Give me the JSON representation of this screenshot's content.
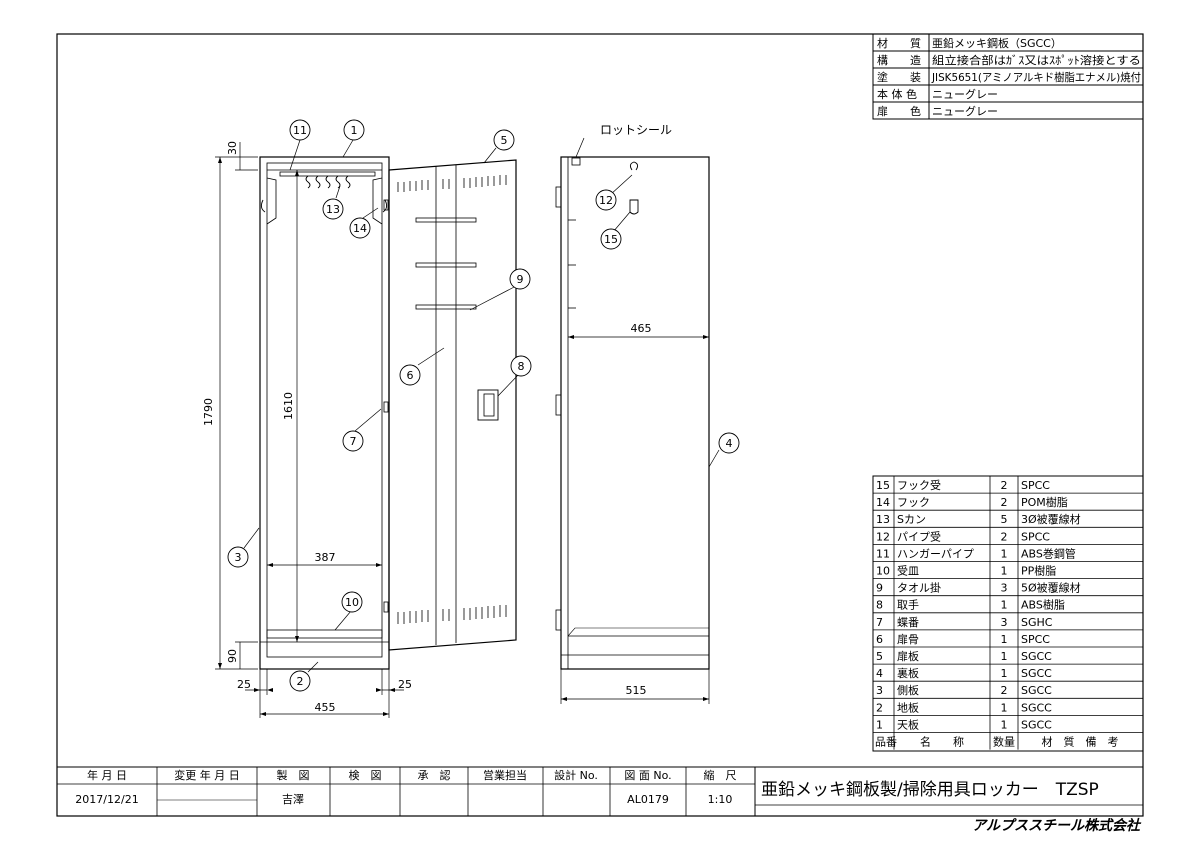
{
  "spec_table": {
    "rows": [
      {
        "label": "材　　質",
        "value": "亜鉛メッキ鋼板（SGCC）"
      },
      {
        "label": "構　　造",
        "value": "組立接合部はｶﾞｽ又はｽﾎﾟｯﾄ溶接とする"
      },
      {
        "label": "塗　　装",
        "value": "JISK5651(アミノアルキド樹脂エナメル)焼付"
      },
      {
        "label": "本 体 色",
        "value": "ニューグレー"
      },
      {
        "label": "扉　　色",
        "value": "ニューグレー"
      }
    ]
  },
  "dimensions": {
    "height_total": "1790",
    "height_inner": "1610",
    "top_gap": "30",
    "bottom_gap": "90",
    "inner_width": "387",
    "side_left": "25",
    "side_right": "25",
    "total_width": "455",
    "inner_depth": "465",
    "total_depth": "515"
  },
  "callouts": [
    "1",
    "2",
    "3",
    "4",
    "5",
    "6",
    "7",
    "8",
    "9",
    "10",
    "11",
    "12",
    "13",
    "14",
    "15"
  ],
  "labels": {
    "lot_seal": "ロットシール"
  },
  "parts_table": {
    "footer": {
      "no": "品番",
      "name": "名　　称",
      "qty": "数量",
      "material": "材　質　備　考"
    },
    "rows": [
      {
        "no": "15",
        "name": "フック受",
        "qty": "2",
        "material": "SPCC"
      },
      {
        "no": "14",
        "name": "フック",
        "qty": "2",
        "material": "POM樹脂"
      },
      {
        "no": "13",
        "name": "Sカン",
        "qty": "5",
        "material": "3Ø被覆線材"
      },
      {
        "no": "12",
        "name": "パイプ受",
        "qty": "2",
        "material": "SPCC"
      },
      {
        "no": "11",
        "name": "ハンガーパイプ",
        "qty": "1",
        "material": "ABS巻鋼管"
      },
      {
        "no": "10",
        "name": "受皿",
        "qty": "1",
        "material": "PP樹脂"
      },
      {
        "no": "9",
        "name": "タオル掛",
        "qty": "3",
        "material": "5Ø被覆線材"
      },
      {
        "no": "8",
        "name": "取手",
        "qty": "1",
        "material": "ABS樹脂"
      },
      {
        "no": "7",
        "name": "蝶番",
        "qty": "3",
        "material": "SGHC"
      },
      {
        "no": "6",
        "name": "扉骨",
        "qty": "1",
        "material": "SPCC"
      },
      {
        "no": "5",
        "name": "扉板",
        "qty": "1",
        "material": "SGCC"
      },
      {
        "no": "4",
        "name": "裏板",
        "qty": "1",
        "material": "SGCC"
      },
      {
        "no": "3",
        "name": "側板",
        "qty": "2",
        "material": "SGCC"
      },
      {
        "no": "2",
        "name": "地板",
        "qty": "1",
        "material": "SGCC"
      },
      {
        "no": "1",
        "name": "天板",
        "qty": "1",
        "material": "SGCC"
      }
    ]
  },
  "title_block": {
    "headers": [
      "年 月 日",
      "変更 年 月 日",
      "製　図",
      "検　図",
      "承　認",
      "営業担当",
      "設計 No.",
      "図 面 No.",
      "縮　尺"
    ],
    "date": "2017/12/21",
    "drafter": "吉澤",
    "drawing_no": "AL0179",
    "scale": "1:10",
    "title": "亜鉛メッキ鋼板製/掃除用具ロッカー　TZSP",
    "company": "アルプススチール株式会社"
  }
}
